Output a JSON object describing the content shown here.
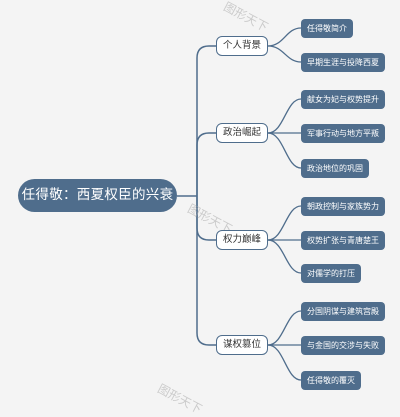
{
  "root": "任得敬：西夏权臣的兴衰",
  "branches": [
    {
      "label": "个人背景",
      "children": [
        "任得敬简介",
        "早期生涯与投降西夏"
      ]
    },
    {
      "label": "政治崛起",
      "children": [
        "献女为妃与权势提升",
        "军事行动与地方平叛",
        "政治地位的巩固"
      ]
    },
    {
      "label": "权力巅峰",
      "children": [
        "朝政控制与家族势力",
        "权势扩张与青唐楚王",
        "对儒学的打压"
      ]
    },
    {
      "label": "谋权篡位",
      "children": [
        "分国阴谋与建筑宫殿",
        "与金国的交涉与失败",
        "任得敬的覆灭"
      ]
    }
  ],
  "watermark": "图形天下",
  "colors": {
    "node": "#4f6d8c",
    "line": "#4f6d8c",
    "background": "#f4f4f4"
  }
}
